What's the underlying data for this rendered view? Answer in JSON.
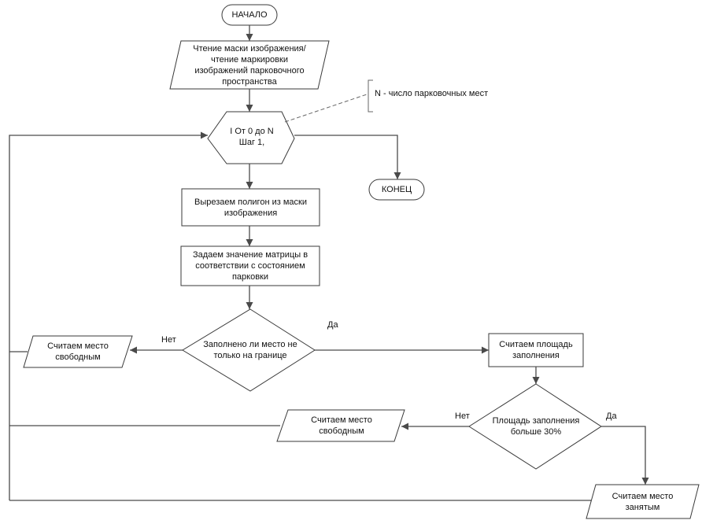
{
  "nodes": {
    "start": "НАЧАЛО",
    "read_mask": "Чтение маски изображения/\nчтение маркировки\nизображений парковочного\nпространства",
    "loop": "I  От 0 до N\nШаг 1,",
    "end": "КОНЕЦ",
    "cut_polygon": "Вырезаем полигон из маски\nизображения",
    "set_matrix": "Задаем значение матрицы в\nсоответствии с состоянием\nпарковки",
    "decision_filled": "Заполнено ли место не\nтолько на границе",
    "free_1": "Считаем место\nсвободным",
    "calc_area": "Считаем площадь\nзаполнения",
    "decision_area": "Площадь заполнения\nбольше 30%",
    "free_2": "Считаем место\nсвободным",
    "occupied": "Считаем место\nзанятым"
  },
  "labels": {
    "no_1": "Нет",
    "yes_1": "Да",
    "no_2": "Нет",
    "yes_2": "Да"
  },
  "annotation": "N - число парковочных мест",
  "colors": {
    "line": "#4a4a4a",
    "node_border": "#3a3a3a",
    "text": "#111111",
    "background": "#ffffff"
  }
}
